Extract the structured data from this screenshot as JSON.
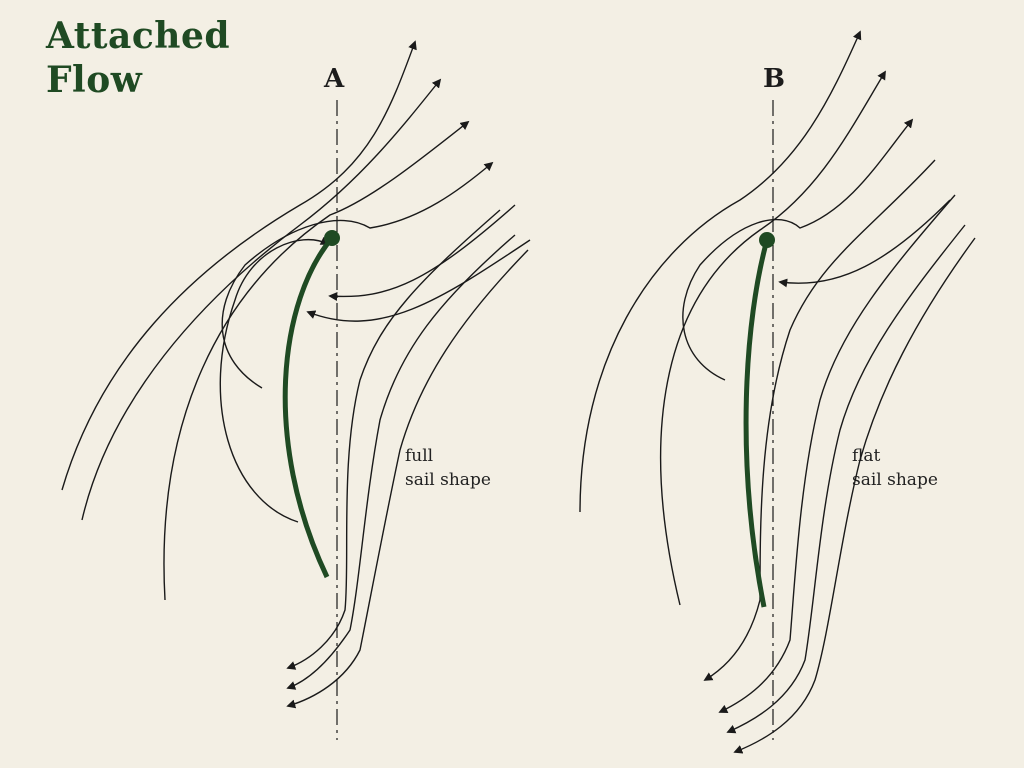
{
  "title": {
    "line1": "Attached",
    "line2": "Flow"
  },
  "panels": [
    {
      "label": "A",
      "caption": [
        "full",
        "sail shape"
      ]
    },
    {
      "label": "B",
      "caption": [
        "flat",
        "sail shape"
      ]
    }
  ],
  "colors": {
    "sail": "#1f4a23",
    "title": "#1f4a23",
    "streamline": "#1a1a1a",
    "background": "#f3efe4"
  }
}
